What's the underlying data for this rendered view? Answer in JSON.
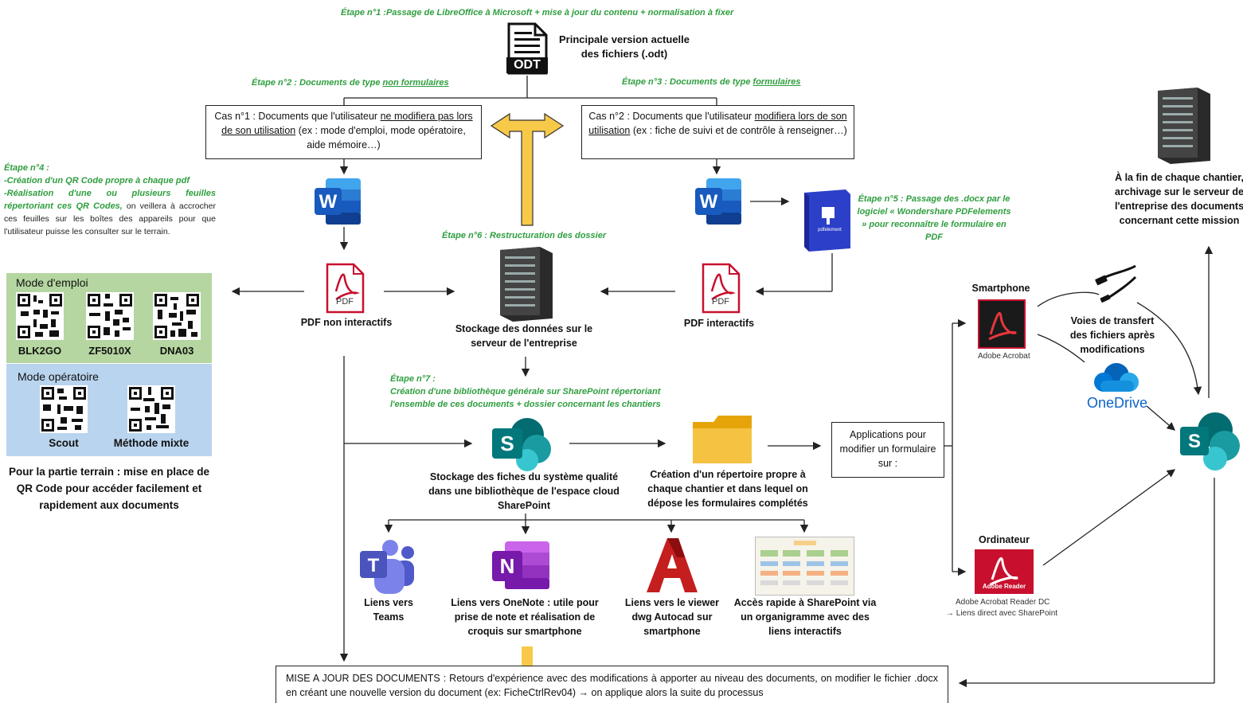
{
  "step1": "Étape n°1 :Passage de LibreOffice à Microsoft + mise à jour du contenu + normalisation à fixer",
  "odt_icon_label": "ODT",
  "odt_caption_line1": "Principale version actuelle",
  "odt_caption_line2": "des fichiers (.odt)",
  "step2_prefix": "Étape n°2 : Documents de type ",
  "step2_underlined": "non formulaires",
  "step3_prefix": "Étape n°3 : Documents de type ",
  "step3_underlined": "formulaires",
  "case1_a": "Cas n°1 : Documents que l'utilisateur ",
  "case1_u": "ne modifiera pas lors de son utilisation",
  "case1_b": " (ex : mode d'emploi, mode opératoire, aide mémoire…)",
  "case2_a": "Cas n°2 : Documents  que l'utilisateur ",
  "case2_u": "modifiera lors de son utilisation",
  "case2_b": " (ex : fiche de suivi et de contrôle à renseigner…)",
  "step4_title": "Étape n°4 :",
  "step4_line1": "-Création d'un QR Code propre à chaque pdf",
  "step4_line2": "-Réalisation d'une ou plusieurs feuilles répertoriant ces QR Codes,",
  "step4_rest": " on veillera à accrocher ces feuilles sur les boîtes des appareils pour que l'utilisateur puisse les consulter sur le terrain.",
  "step5": "Étape n°5 : Passage des .docx par le logiciel « Wondershare PDFelements » pour reconnaître le formulaire en PDF",
  "step6": "Étape n°6 : Restructuration des dossier",
  "step7_title": "Étape n°7 :",
  "step7_text": "Création d'une bibliothèque générale sur SharePoint répertoriant l'ensemble de ces documents + dossier concernant les chantiers",
  "mode_emploi_title": "Mode d'emploi",
  "qr_codes_emploi": [
    "BLK2GO",
    "ZF5010X",
    "DNA03"
  ],
  "mode_operatoire_title": "Mode opératoire",
  "qr_codes_operatoire": [
    "Scout",
    "Méthode mixte"
  ],
  "terrain_caption": "Pour la partie terrain : mise en place de QR Code pour accéder facilement et rapidement aux documents",
  "pdf_icon_label": "PDF",
  "pdf_non_interactifs": "PDF non interactifs",
  "pdf_interactifs": "PDF interactifs",
  "server_caption": "Stockage des données sur le serveur de l'entreprise",
  "archive_caption": "À la fin de chaque chantier, archivage sur le serveur de l'entreprise des documents concernant cette mission",
  "sharepoint_caption": "Stockage des fiches du système qualité dans une bibliothèque de l'espace cloud SharePoint",
  "folder_caption": "Création d'un répertoire propre à chaque chantier et dans lequel on dépose les formulaires complétés",
  "apps_box": "Applications pour modifier un formulaire sur :",
  "smartphone_title": "Smartphone",
  "adobe_acrobat_label": "Adobe Acrobat",
  "ordinateur_title": "Ordinateur",
  "adobe_reader_label": "Adobe Acrobat Reader DC",
  "adobe_reader_badge": "Adobe Reader",
  "adobe_reader_note": "→ Liens direct avec SharePoint",
  "transfer_caption": "Voies de transfert des fichiers après modifications",
  "onedrive_label": "OneDrive",
  "teams_caption": "Liens vers Teams",
  "onenote_caption": "Liens vers OneNote : utile pour prise de note et réalisation de croquis sur smartphone",
  "autocad_caption": "Liens vers le viewer dwg Autocad sur smartphone",
  "organigramme_caption": "Accès rapide à SharePoint via un organigramme avec des liens interactifs",
  "maj_text": "MISE A JOUR DES DOCUMENTS : Retours d'expérience avec des modifications à apporter au niveau des documents, on modifier le fichier .docx en créant une nouvelle version du document (ex: FicheCtrlRev04) → on applique alors la suite du processus",
  "colors": {
    "green_text": "#2e9e3e",
    "mode_emploi_bg": "#b5d6a0",
    "mode_operatoire_bg": "#b9d4ee",
    "arrow_yellow": "#f7c948",
    "word_blue": "#185abd",
    "adobe_red": "#c8102e",
    "sharepoint_teal": "#038387",
    "teams_purple": "#5059c9",
    "onenote_purple": "#7719aa",
    "onedrive_blue": "#0a64c8"
  }
}
